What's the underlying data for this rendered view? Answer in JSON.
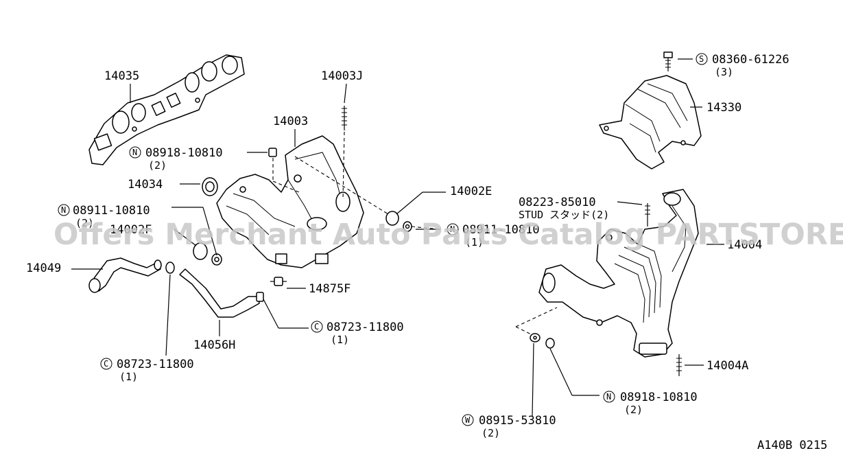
{
  "watermark": "Offers Merchant Auto Parts Catalog PARTSTORE SA",
  "diagram_code": "A140B 0215",
  "callouts": {
    "p14035": "14035",
    "p14003J": "14003J",
    "p14003": "14003",
    "n1_code": "08918-10810",
    "n1_qty": "(2)",
    "n1_prefix": "N",
    "p14034": "14034",
    "n2_code": "08911-10810",
    "n2_qty": "(2)",
    "n2_prefix": "N",
    "p14002F": "14002F",
    "p14049": "14049",
    "p14002E": "14002E",
    "n3_code": "08911-10810",
    "n3_qty": "(1)",
    "n3_prefix": "N",
    "p14875F": "14875F",
    "c1_code": "08723-11800",
    "c1_qty": "(1)",
    "c1_prefix": "C",
    "p14056H": "14056H",
    "c2_code": "08723-11800",
    "c2_qty": "(1)",
    "c2_prefix": "C",
    "s1_code": "08360-61226",
    "s1_qty": "(3)",
    "s1_prefix": "S",
    "p14330": "14330",
    "stud_code": "08223-85010",
    "stud_label": "STUD スタッド(2)",
    "p14004": "14004",
    "p14004A": "14004A",
    "n4_code": "08918-10810",
    "n4_qty": "(2)",
    "n4_prefix": "N",
    "w1_code": "08915-53810",
    "w1_qty": "(2)",
    "w1_prefix": "W"
  }
}
